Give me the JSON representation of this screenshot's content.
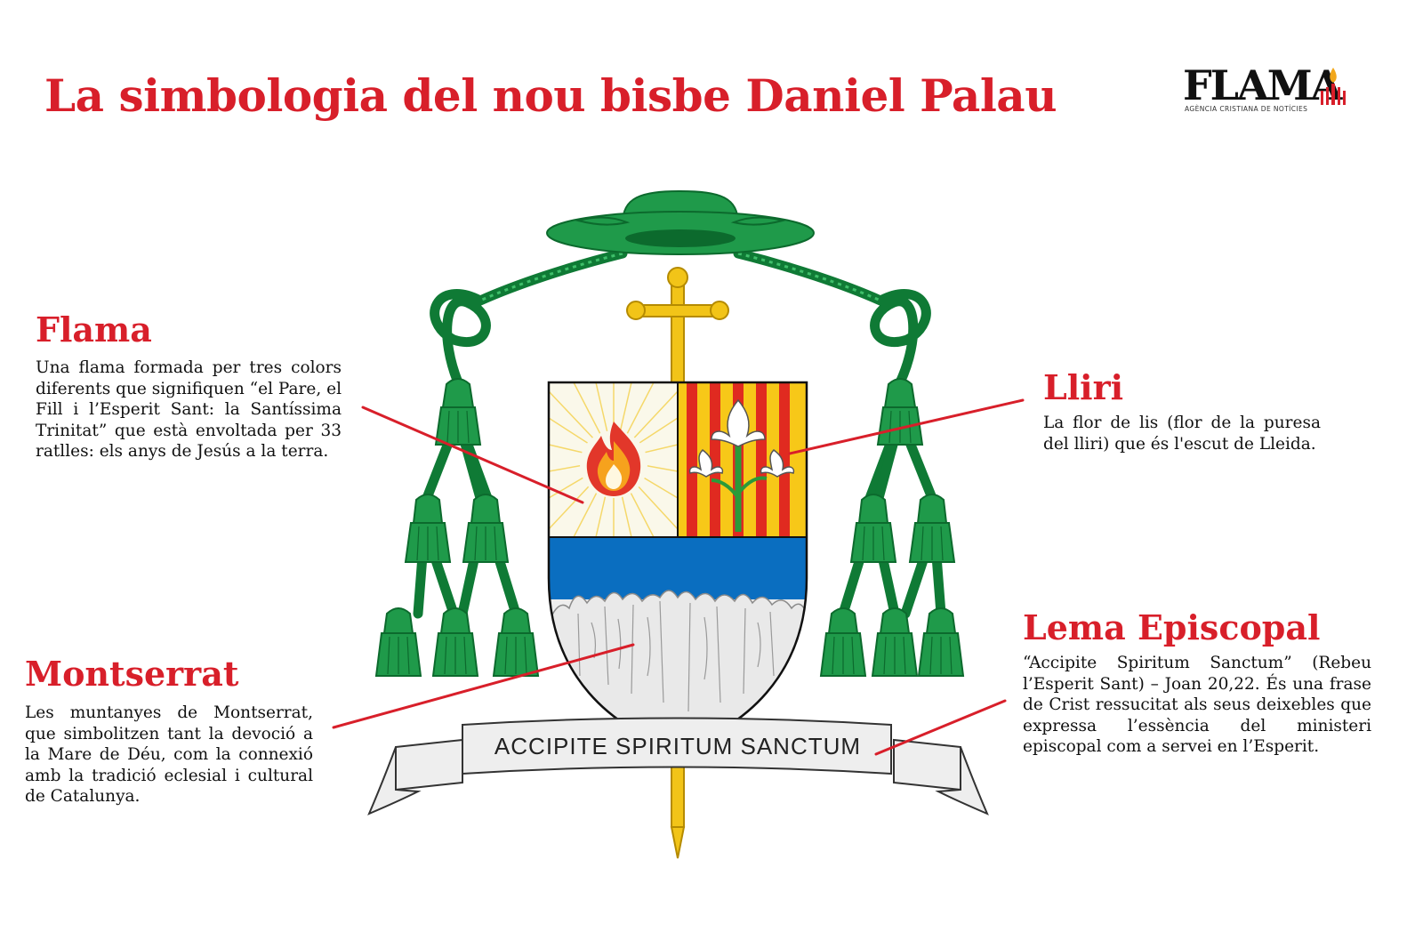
{
  "title": "La simbologia del nou bisbe Daniel Palau",
  "logo": {
    "name": "FLAMA",
    "tagline": "AGÈNCIA CRISTIANA DE NOTÍCIES"
  },
  "sections": {
    "flama": {
      "heading": "Flama",
      "text": "Una flama formada per tres colors diferents que signifiquen “el Pare, el Fill i l’Esperit Sant: la Santíssima Trinitat” que està envoltada per 33 ratlles: els anys de Jesús a la terra."
    },
    "lliri": {
      "heading": "Lliri",
      "text": "La flor de lis (flor de la puresa del lliri) que és l'escut de Lleida."
    },
    "montserrat": {
      "heading": "Montserrat",
      "text": "Les muntanyes de Montserrat, que simbolitzen tant la devoció a la Mare de Déu, com la connexió amb la tradició eclesial i cultural de Catalunya."
    },
    "lema": {
      "heading": "Lema Episcopal",
      "text": "“Accipite Spiritum Sanctum” (Rebeu l’Esperit Sant) – Joan 20,22. És una frase de Crist ressucitat als seus deixebles que expressa l’essència del ministeri episcopal com a servei en l’Esperit."
    }
  },
  "motto": "ACCIPITE SPIRITUM SANCTUM",
  "colors": {
    "accent_red": "#d81f2a",
    "galero_green": "#1f9a4a",
    "cross_gold": "#f2c418",
    "shield_blue": "#0a6ec0",
    "stripe_red": "#e02a20",
    "stripe_yellow": "#f7c818",
    "ribbon_grey": "#eeeeee"
  }
}
